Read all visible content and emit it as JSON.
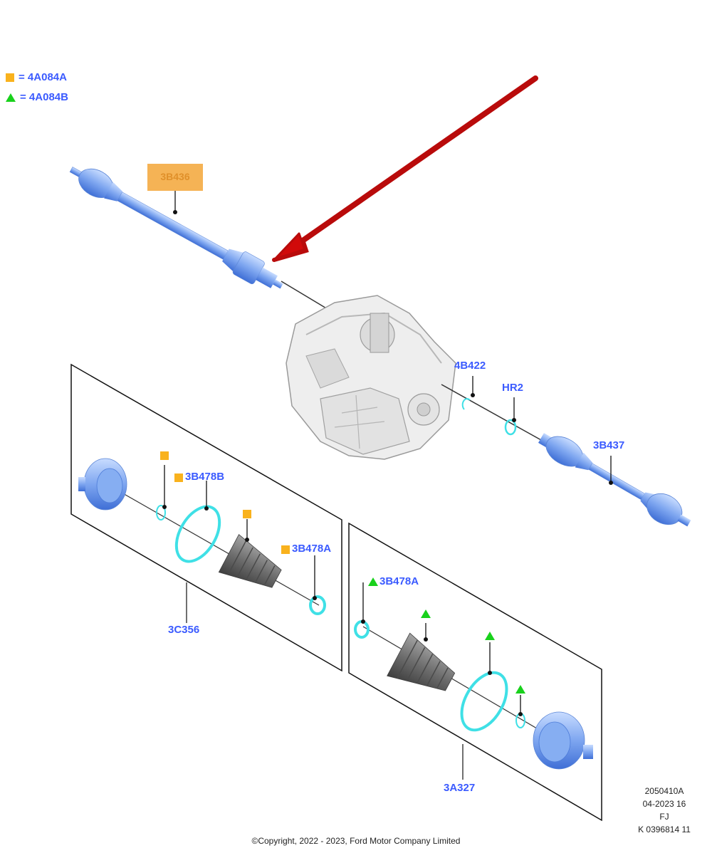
{
  "legend": [
    {
      "symbol": "square",
      "text": "= 4A084A"
    },
    {
      "symbol": "triangle",
      "text": "= 4A084B"
    }
  ],
  "labels": {
    "shaft_left": "3B436",
    "circlip_inner": "4B422",
    "ring_hr2": "HR2",
    "shaft_right": "3B437",
    "ring_3b478b": "3B478B",
    "clamp_3b478a_left": "3B478A",
    "kit_left": "3C356",
    "clamp_3b478a_right": "3B478A",
    "kit_right": "3A327"
  },
  "meta": [
    "2050410A",
    "04-2023 16",
    "FJ",
    "K 0396814 11"
  ],
  "copyright": "©Copyright, 2022 - 2023, Ford Motor Company Limited",
  "colors": {
    "label_blue": "#3b5bff",
    "square_orange": "#f9b21d",
    "triangle_green": "#19d11c",
    "arrow_red": "#d10a0a",
    "part_blue": "#6f9be8",
    "boot_gray": "#6a6a6a",
    "ring_cyan": "#3fe0e6"
  }
}
